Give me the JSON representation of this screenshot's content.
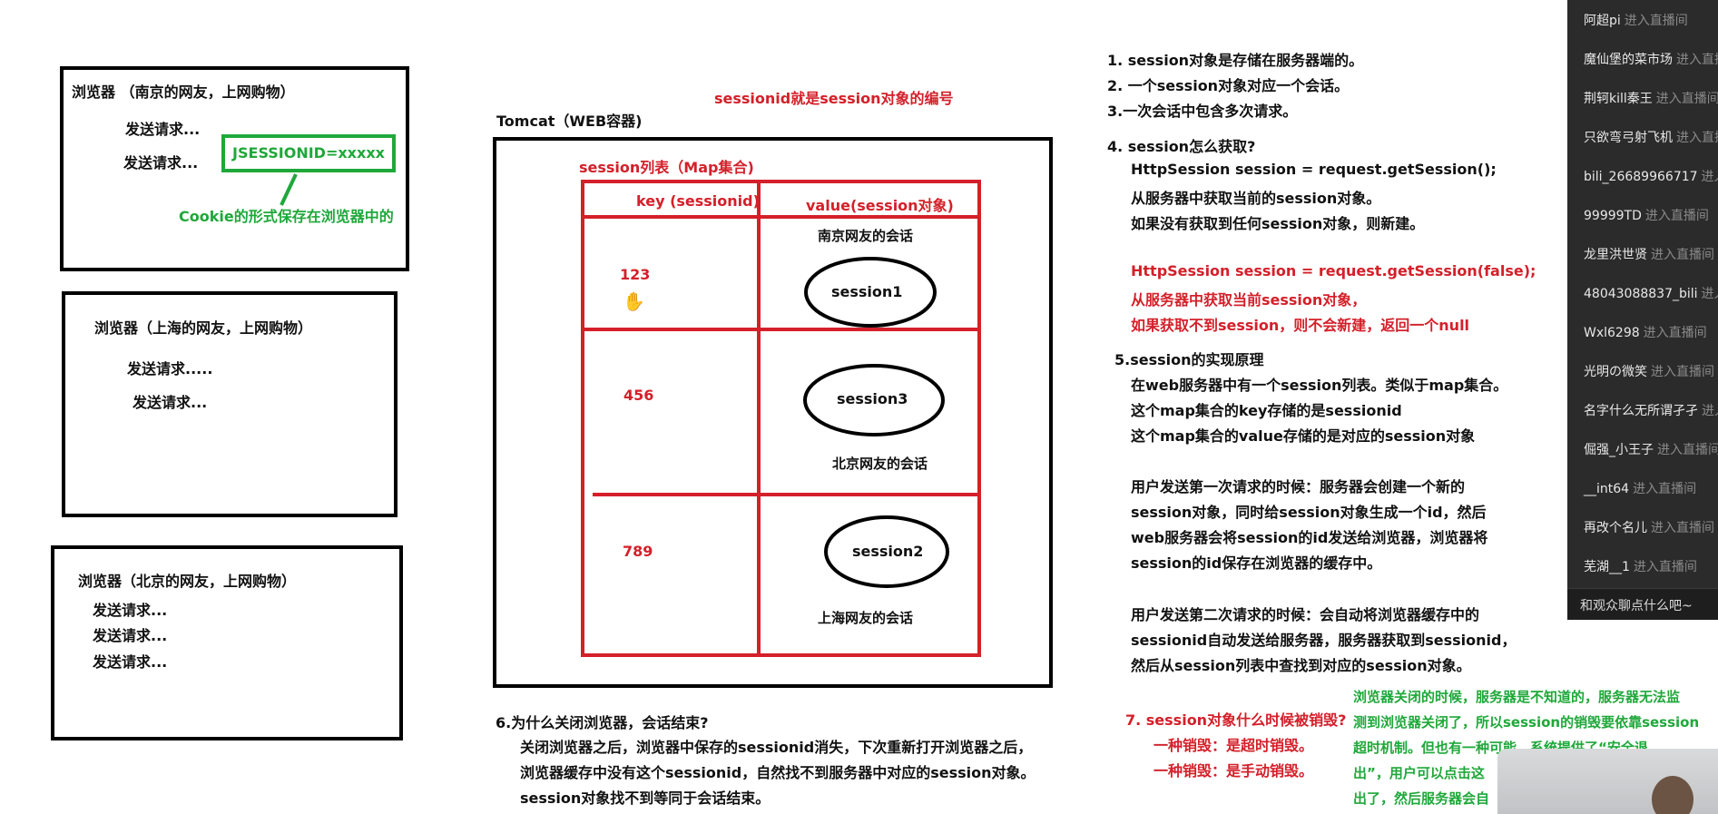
{
  "colors": {
    "red": "#d4202a",
    "green": "#1fa83a",
    "chat_bg": "#2b2b2b"
  },
  "browsers": [
    {
      "title": "浏览器 （南京的网友，上网购物）",
      "requests": [
        "发送请求...",
        "发送请求..."
      ]
    },
    {
      "title": "浏览器（上海的网友，上网购物）",
      "requests": [
        "发送请求.....",
        "发送请求..."
      ]
    },
    {
      "title": "浏览器（北京的网友，上网购物）",
      "requests": [
        "发送请求...",
        "发送请求...",
        "发送请求..."
      ]
    }
  ],
  "cookie": {
    "label": "JSESSIONID=xxxxx",
    "note": "Cookie的形式保存在浏览器中的"
  },
  "sessionid_note": "sessionid就是session对象的编号",
  "tomcat": {
    "label": "Tomcat（WEB容器)",
    "list_title": "session列表（Map集合)",
    "table": {
      "headers": [
        "key (sessionid)",
        "value(session对象)"
      ],
      "rows": [
        {
          "key": "123",
          "session": "session1",
          "note": "南京网友的会话"
        },
        {
          "key": "456",
          "session": "session3",
          "note": "北京网友的会话"
        },
        {
          "key": "789",
          "session": "session2",
          "note": "上海网友的会话"
        }
      ]
    }
  },
  "notes_top": [
    "1. session对象是存储在服务器端的。",
    "2. 一个session对象对应一个会话。",
    "3.一次会话中包含多次请求。"
  ],
  "sec4": {
    "title": "4. session怎么获取?",
    "lines": [
      "HttpSession session = request.getSession();",
      "从服务器中获取当前的session对象。",
      "如果没有获取到任何session对象，则新建。"
    ],
    "red_lines": [
      "HttpSession session = request.getSession(false);",
      "从服务器中获取当前session对象，",
      "如果获取不到session，则不会新建，返回一个null"
    ]
  },
  "sec5": {
    "title": "5.session的实现原理",
    "lines": [
      "在web服务器中有一个session列表。类似于map集合。",
      "这个map集合的key存储的是sessionid",
      "这个map集合的value存储的是对应的session对象"
    ],
    "para1": [
      "用户发送第一次请求的时候：服务器会创建一个新的",
      "session对象，同时给session对象生成一个id，然后",
      "web服务器会将session的id发送给浏览器，浏览器将",
      "session的id保存在浏览器的缓存中。"
    ],
    "para2": [
      "用户发送第二次请求的时候：会自动将浏览器缓存中的",
      "sessionid自动发送给服务器，服务器获取到sessionid，",
      "然后从session列表中查找到对应的session对象。"
    ]
  },
  "sec6": {
    "title": "6.为什么关闭浏览器，会话结束?",
    "lines": [
      "关闭浏览器之后，浏览器中保存的sessionid消失，下次重新打开浏览器之后，",
      "浏览器缓存中没有这个sessionid，自然找不到服务器中对应的session对象。",
      "session对象找不到等同于会话结束。"
    ]
  },
  "sec7": {
    "title": "7. session对象什么时候被销毁?",
    "lines": [
      "一种销毁：是超时销毁。",
      "一种销毁：是手动销毁。"
    ]
  },
  "green_note": [
    "浏览器关闭的时候，服务器是不知道的，服务器无法监",
    "测到浏览器关闭了，所以session的销毁要依靠session",
    "超时机制。但也有一种可能，系统提供了“安全退",
    "出”，用户可以点击这",
    "出了，然后服务器会自"
  ],
  "chat": {
    "items": [
      {
        "name": "阿超pi",
        "action": "进入直播间"
      },
      {
        "name": "魔仙堡的菜市场",
        "action": "进入直播间"
      },
      {
        "name": "荆轲kill秦王",
        "action": "进入直播间"
      },
      {
        "name": "只欲弯弓射飞机",
        "action": "进入直播间"
      },
      {
        "name": "bili_26689966717",
        "action": "进入直播间"
      },
      {
        "name": "99999TD",
        "action": "进入直播间"
      },
      {
        "name": "龙里洪世贤",
        "action": "进入直播间"
      },
      {
        "name": "48043088837_bili",
        "action": "进入直播间"
      },
      {
        "name": "Wxl6298",
        "action": "进入直播间"
      },
      {
        "name": "光明の微笑",
        "action": "进入直播间"
      },
      {
        "name": "名字什么无所谓孑孑",
        "action": "进入直播间"
      },
      {
        "name": "倔强_小王子",
        "action": "进入直播间"
      },
      {
        "name": "__int64",
        "action": "进入直播间"
      },
      {
        "name": "再改个名儿",
        "action": "进入直播间"
      },
      {
        "name": "芜湖__1",
        "action": "进入直播间"
      }
    ],
    "input_placeholder": "和观众聊点什么吧~"
  }
}
